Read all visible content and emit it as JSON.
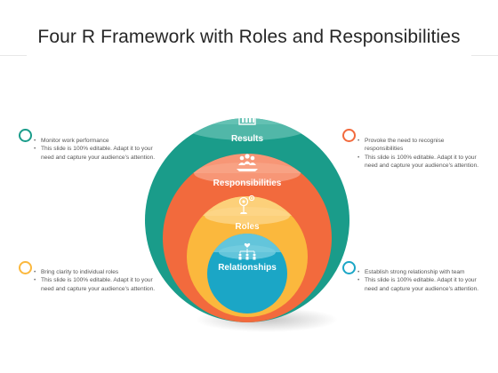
{
  "title": "Four R Framework with Roles and Responsibilities",
  "layers": [
    {
      "label": "Results",
      "icon": "bar-chart-icon",
      "color": "#1a9c8a",
      "band": "#6fc6b8"
    },
    {
      "label": "Responsibilities",
      "icon": "team-icon",
      "color": "#f26a3d",
      "band": "#f8a58a"
    },
    {
      "label": "Roles",
      "icon": "target-gear-icon",
      "color": "#fbb83d",
      "band": "#fdd68a"
    },
    {
      "label": "Relationships",
      "icon": "network-icon",
      "color": "#1ba6c6",
      "band": "#76cde0"
    }
  ],
  "notes": {
    "top_left": {
      "color": "#1a9c8a",
      "items": [
        "Monitor work performance",
        "This slide is 100% editable. Adapt it to your need and capture your audience's attention."
      ]
    },
    "top_right": {
      "color": "#f26a3d",
      "items": [
        "Provoke the need to recognise responsibilities",
        "This slide is 100% editable. Adapt it to your need and capture your audience's attention."
      ]
    },
    "bottom_left": {
      "color": "#fbb83d",
      "items": [
        "Bring clarity to individual roles",
        "This slide is 100% editable. Adapt it to your need and capture your audience's attention."
      ]
    },
    "bottom_right": {
      "color": "#1ba6c6",
      "items": [
        "Establish strong relationship with team",
        "This slide is 100% editable. Adapt it to your need and capture your audience's attention."
      ]
    }
  }
}
